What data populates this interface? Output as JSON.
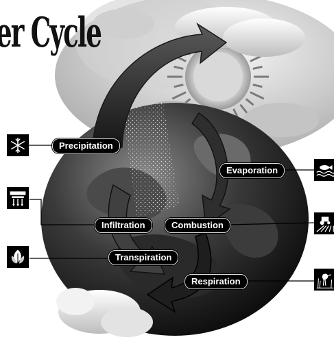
{
  "title": "er Cycle",
  "labels": {
    "precipitation": "Precipitation",
    "evaporation": "Evaporation",
    "infiltration": "Infiltration",
    "combustion": "Combustion",
    "transpiration": "Transpiration",
    "respiration": "Respiration"
  },
  "icons": {
    "precipitation": "snowflake-icon",
    "evaporation": "water-fish-icon",
    "infiltration": "ground-water-icon",
    "combustion": "tractor-field-icon",
    "transpiration": "leaf-icon",
    "respiration": "bird-reeds-icon"
  },
  "colors": {
    "label_bg": "#000000",
    "label_text": "#ffffff",
    "background": "#ffffff"
  }
}
